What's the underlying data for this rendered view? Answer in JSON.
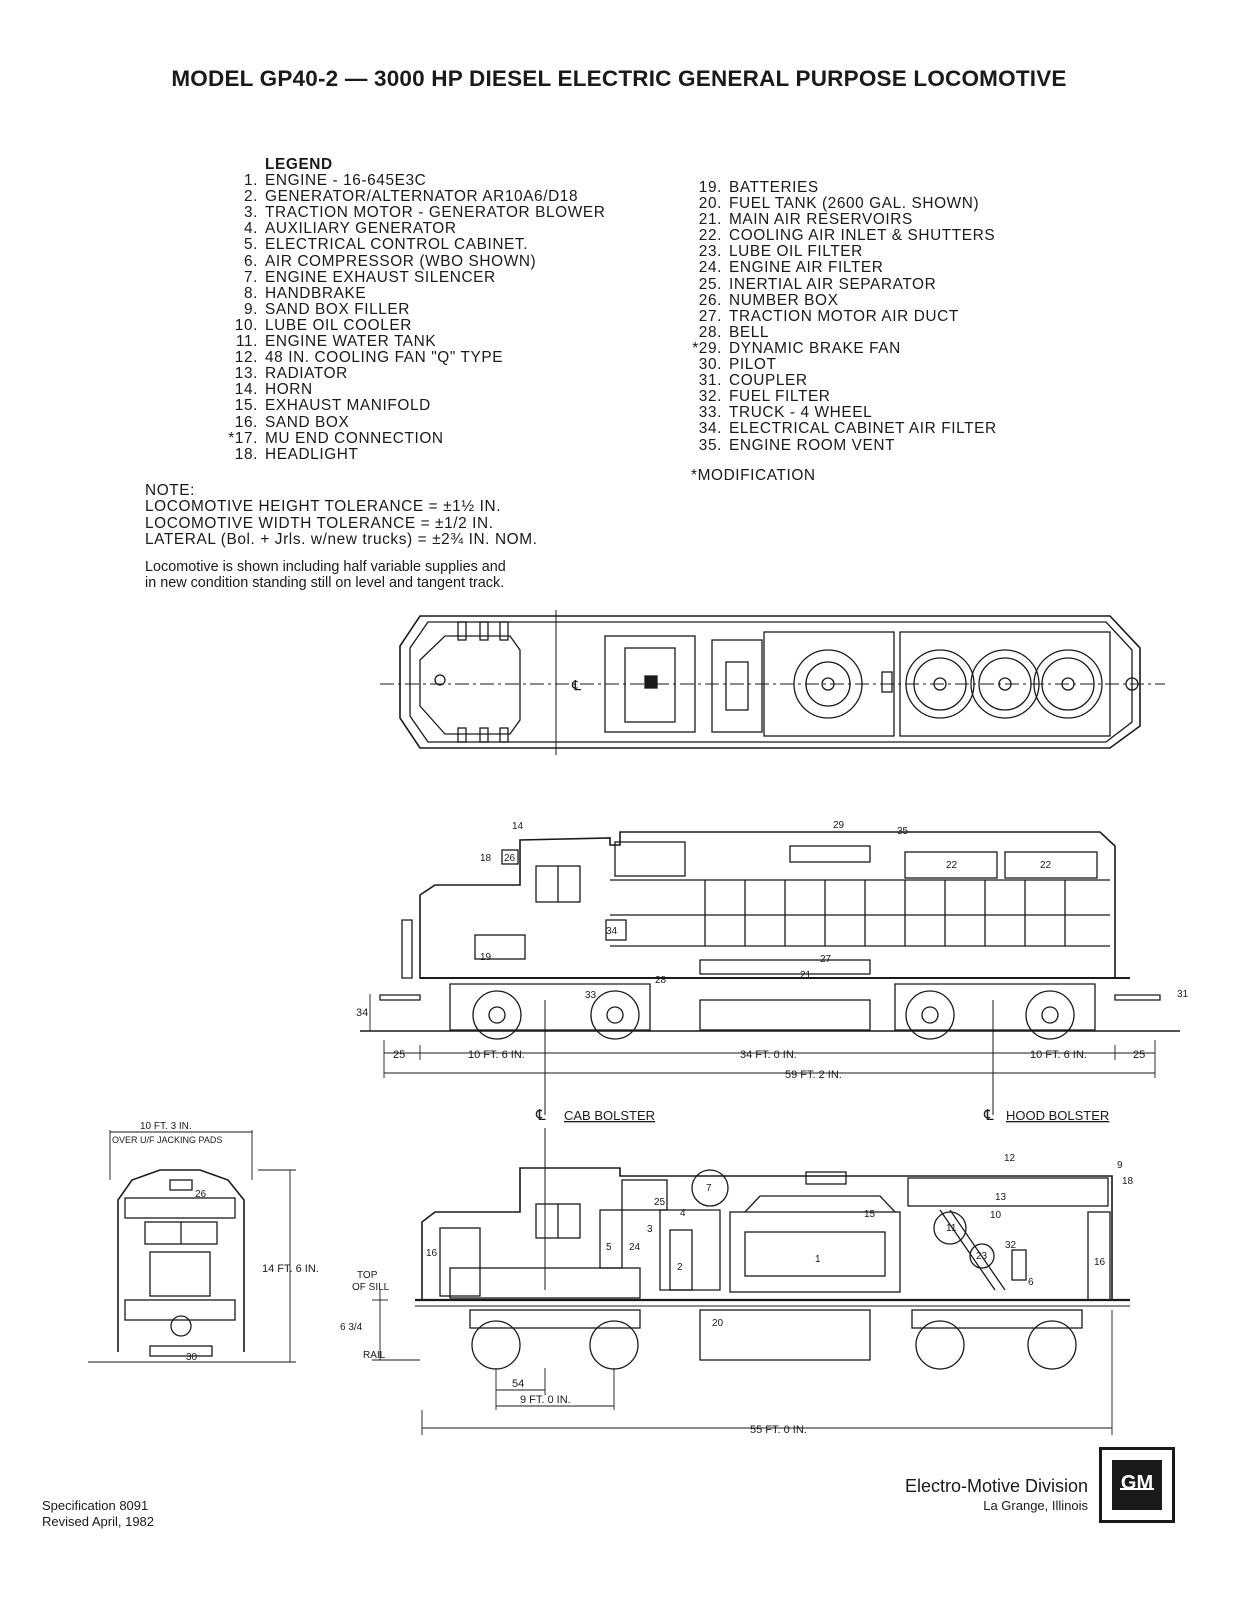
{
  "title": "MODEL GP40-2 — 3000 HP DIESEL ELECTRIC GENERAL PURPOSE LOCOMOTIVE",
  "legend": {
    "heading": "LEGEND",
    "left": [
      {
        "num": "1.",
        "text": "ENGINE - 16-645E3C"
      },
      {
        "num": "2.",
        "text": "GENERATOR/ALTERNATOR AR10A6/D18"
      },
      {
        "num": "3.",
        "text": "TRACTION MOTOR - GENERATOR BLOWER"
      },
      {
        "num": "4.",
        "text": "AUXILIARY GENERATOR"
      },
      {
        "num": "5.",
        "text": "ELECTRICAL CONTROL CABINET."
      },
      {
        "num": "6.",
        "text": "AIR COMPRESSOR (WBO SHOWN)"
      },
      {
        "num": "7.",
        "text": "ENGINE EXHAUST SILENCER"
      },
      {
        "num": "8.",
        "text": "HANDBRAKE"
      },
      {
        "num": "9.",
        "text": "SAND BOX FILLER"
      },
      {
        "num": "10.",
        "text": "LUBE OIL COOLER"
      },
      {
        "num": "11.",
        "text": "ENGINE WATER TANK"
      },
      {
        "num": "12.",
        "text": "48 IN. COOLING FAN \"Q\" TYPE"
      },
      {
        "num": "13.",
        "text": "RADIATOR"
      },
      {
        "num": "14.",
        "text": "HORN"
      },
      {
        "num": "15.",
        "text": "EXHAUST MANIFOLD"
      },
      {
        "num": "16.",
        "text": "SAND BOX"
      },
      {
        "num": "*17.",
        "text": "MU END CONNECTION"
      },
      {
        "num": "18.",
        "text": "HEADLIGHT"
      }
    ],
    "right": [
      {
        "num": "19.",
        "text": "BATTERIES"
      },
      {
        "num": "20.",
        "text": "FUEL TANK (2600 GAL. SHOWN)"
      },
      {
        "num": "21.",
        "text": "MAIN AIR RESERVOIRS"
      },
      {
        "num": "22.",
        "text": "COOLING AIR INLET & SHUTTERS"
      },
      {
        "num": "23.",
        "text": "LUBE OIL FILTER"
      },
      {
        "num": "24.",
        "text": "ENGINE AIR FILTER"
      },
      {
        "num": "25.",
        "text": "INERTIAL AIR SEPARATOR"
      },
      {
        "num": "26.",
        "text": "NUMBER BOX"
      },
      {
        "num": "27.",
        "text": "TRACTION MOTOR AIR DUCT"
      },
      {
        "num": "28.",
        "text": "BELL"
      },
      {
        "num": "*29.",
        "text": "DYNAMIC BRAKE FAN"
      },
      {
        "num": "30.",
        "text": "PILOT"
      },
      {
        "num": "31.",
        "text": "COUPLER"
      },
      {
        "num": "32.",
        "text": "FUEL FILTER"
      },
      {
        "num": "33.",
        "text": "TRUCK - 4 WHEEL"
      },
      {
        "num": "34.",
        "text": "ELECTRICAL CABINET AIR FILTER"
      },
      {
        "num": "35.",
        "text": "ENGINE ROOM VENT"
      }
    ],
    "modification_note": "*MODIFICATION"
  },
  "notes": {
    "label": "NOTE:",
    "lines": [
      "LOCOMOTIVE HEIGHT TOLERANCE = ±1½ IN.",
      "LOCOMOTIVE WIDTH TOLERANCE = ±1/2 IN.",
      "LATERAL (Bol. + Jrls. w/new trucks) = ±2¾ IN. NOM."
    ],
    "condition": [
      "Locomotive is shown including half variable supplies and",
      "in new condition standing still on level and tangent track."
    ]
  },
  "drawing_labels": {
    "centerline": "℄",
    "cab_bolster": "CAB BOLSTER",
    "hood_bolster": "HOOD BOLSTER",
    "top_of_sill": [
      "TOP",
      "OF SILL"
    ],
    "rail": "RAIL",
    "over_jacking_pads": "OVER U/F JACKING PADS",
    "dims": {
      "end_25_left": "25",
      "end_25_right": "25",
      "d_10_6_left": "10 FT. 6 IN.",
      "d_34_0": "34 FT. 0 IN.",
      "d_10_6_right": "10 FT. 6 IN.",
      "d_59_2": "59 FT. 2 IN.",
      "d_34_height": "34",
      "d_10_3": "10 FT. 3 IN.",
      "d_14_6": "14 FT. 6 IN.",
      "d_6_3_4": "6 3/4",
      "d_54": "54",
      "d_9_0": "9 FT. 0 IN.",
      "d_55_0": "55 FT. 0 IN."
    },
    "callouts_side": [
      "14",
      "18",
      "26",
      "29",
      "35",
      "22",
      "22",
      "34",
      "19",
      "21",
      "27",
      "28",
      "33",
      "31"
    ],
    "callouts_cut": [
      "12",
      "9",
      "18",
      "13",
      "7",
      "25",
      "4",
      "3",
      "15",
      "10",
      "11",
      "23",
      "32",
      "6",
      "16",
      "16",
      "5",
      "24",
      "2",
      "1",
      "20"
    ],
    "callouts_end": [
      "26",
      "30"
    ]
  },
  "footer": {
    "spec": "Specification 8091",
    "revised": "Revised April, 1982",
    "division": "Electro-Motive Division",
    "city": "La Grange, Illinois",
    "logo": "GM"
  },
  "colors": {
    "ink": "#1a1a1a",
    "paper": "#ffffff"
  }
}
